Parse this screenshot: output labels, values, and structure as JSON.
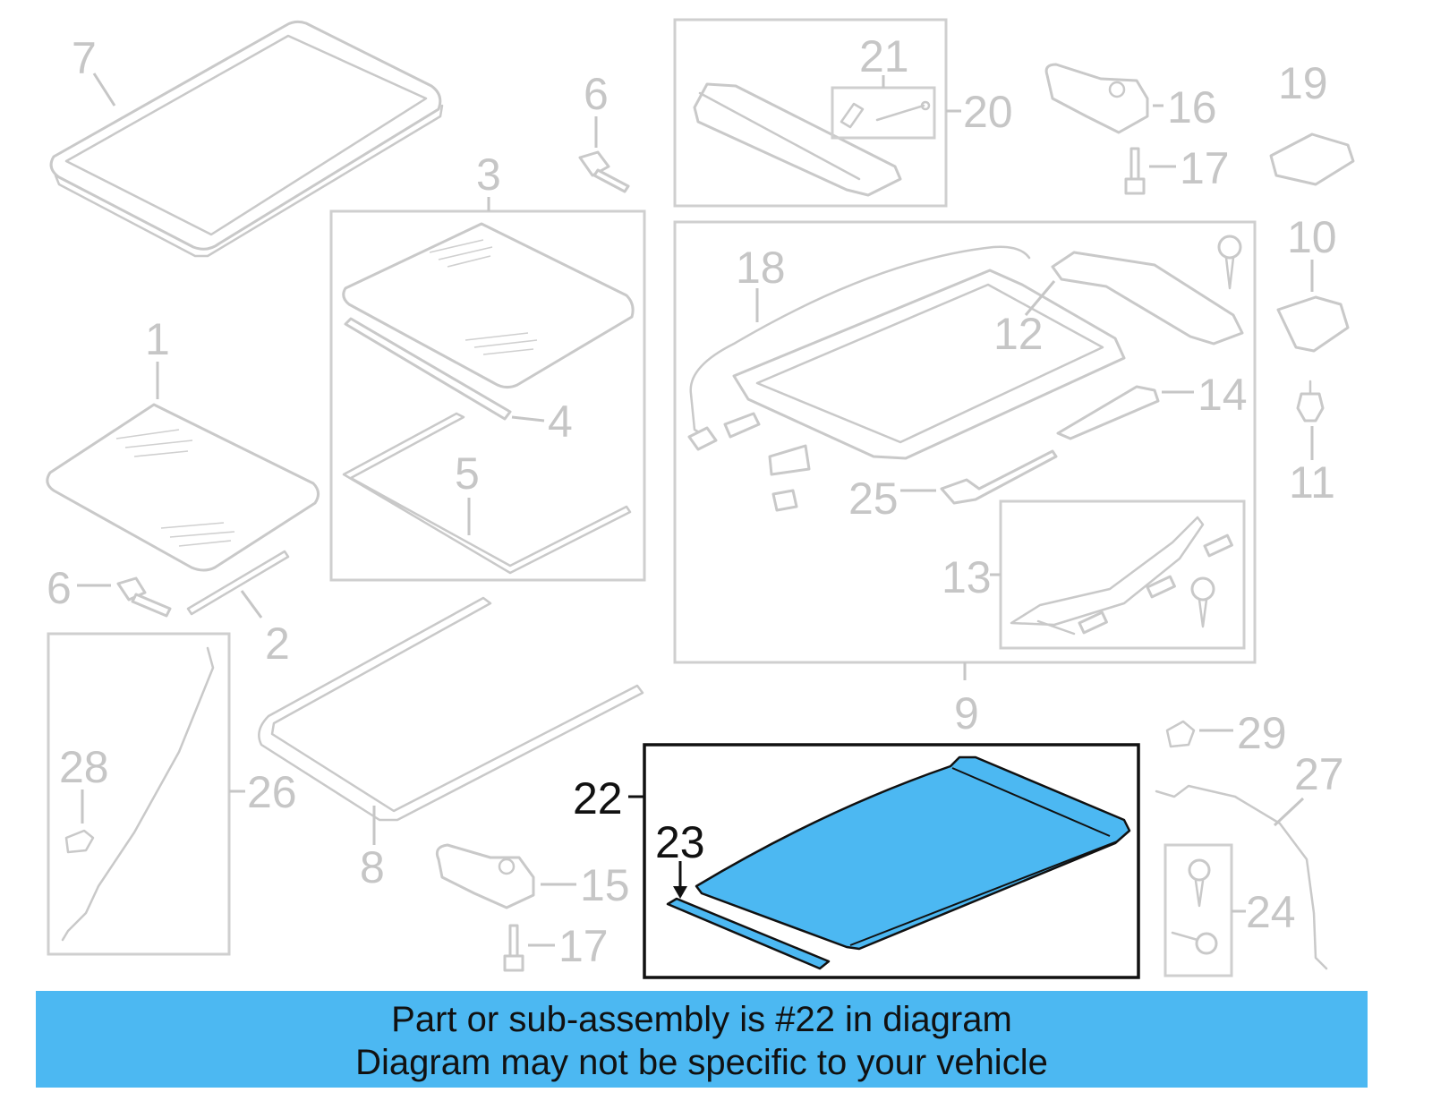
{
  "callouts": {
    "c1": "1",
    "c2": "2",
    "c3": "3",
    "c4": "4",
    "c5": "5",
    "c6a": "6",
    "c6b": "6",
    "c7": "7",
    "c8": "8",
    "c9": "9",
    "c10": "10",
    "c11": "11",
    "c12": "12",
    "c13": "13",
    "c14": "14",
    "c15": "15",
    "c16": "16",
    "c17a": "17",
    "c17b": "17",
    "c18": "18",
    "c19": "19",
    "c20": "20",
    "c21": "21",
    "c22": "22",
    "c23": "23",
    "c24": "24",
    "c25": "25",
    "c26": "26",
    "c27": "27",
    "c28": "28",
    "c29": "29"
  },
  "highlight": {
    "part_number": "22",
    "color": "#4cb8f2",
    "line_color": "#111111",
    "dim_color": "#c6c6c6"
  },
  "caption": {
    "line1": "Part or sub-assembly is #22 in diagram",
    "line2": "Diagram may not be specific to your vehicle"
  }
}
